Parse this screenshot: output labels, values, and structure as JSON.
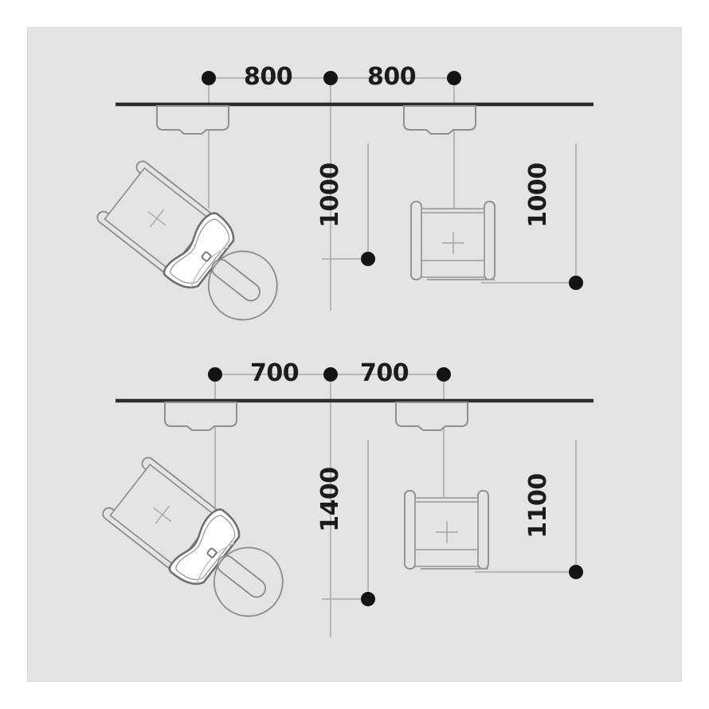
{
  "drawing": {
    "type": "architectural-plan",
    "title_visible": false,
    "background_color": "#e4e4e4",
    "page_color": "#ffffff",
    "line_color": "#8a8a8a",
    "wall_color": "#2b2b2b",
    "dimension_text_color": "#1c1c1c",
    "dot_color": "#141414",
    "units": "mm"
  },
  "views": [
    {
      "id": "upper-plan",
      "name": "upper-layout-plan",
      "horizontal_dimensions": [
        {
          "id": "up-h1",
          "value": "800"
        },
        {
          "id": "up-h2",
          "value": "800"
        }
      ],
      "vertical_dimensions": [
        {
          "id": "up-v1",
          "value": "1000"
        },
        {
          "id": "up-v2",
          "value": "1000"
        }
      ],
      "elements": [
        {
          "name": "wall-line",
          "kind": "wall"
        },
        {
          "name": "shampoo-bowl-left",
          "kind": "basin"
        },
        {
          "name": "shampoo-bowl-right",
          "kind": "basin"
        },
        {
          "name": "reclined-chair-left",
          "kind": "chair"
        },
        {
          "name": "upright-chair-right",
          "kind": "chair"
        }
      ]
    },
    {
      "id": "lower-plan",
      "name": "lower-layout-plan",
      "horizontal_dimensions": [
        {
          "id": "lo-h1",
          "value": "700"
        },
        {
          "id": "lo-h2",
          "value": "700"
        }
      ],
      "vertical_dimensions": [
        {
          "id": "lo-v1",
          "value": "1400"
        },
        {
          "id": "lo-v2",
          "value": "1100"
        }
      ],
      "elements": [
        {
          "name": "wall-line",
          "kind": "wall"
        },
        {
          "name": "shampoo-bowl-left",
          "kind": "basin"
        },
        {
          "name": "shampoo-bowl-right",
          "kind": "basin"
        },
        {
          "name": "reclined-chair-left",
          "kind": "chair"
        },
        {
          "name": "upright-chair-right",
          "kind": "chair"
        }
      ]
    }
  ],
  "labels": {
    "up_h1": "800",
    "up_h2": "800",
    "up_v1": "1000",
    "up_v2": "1000",
    "lo_h1": "700",
    "lo_h2": "700",
    "lo_v1": "1400",
    "lo_v2": "1100"
  }
}
